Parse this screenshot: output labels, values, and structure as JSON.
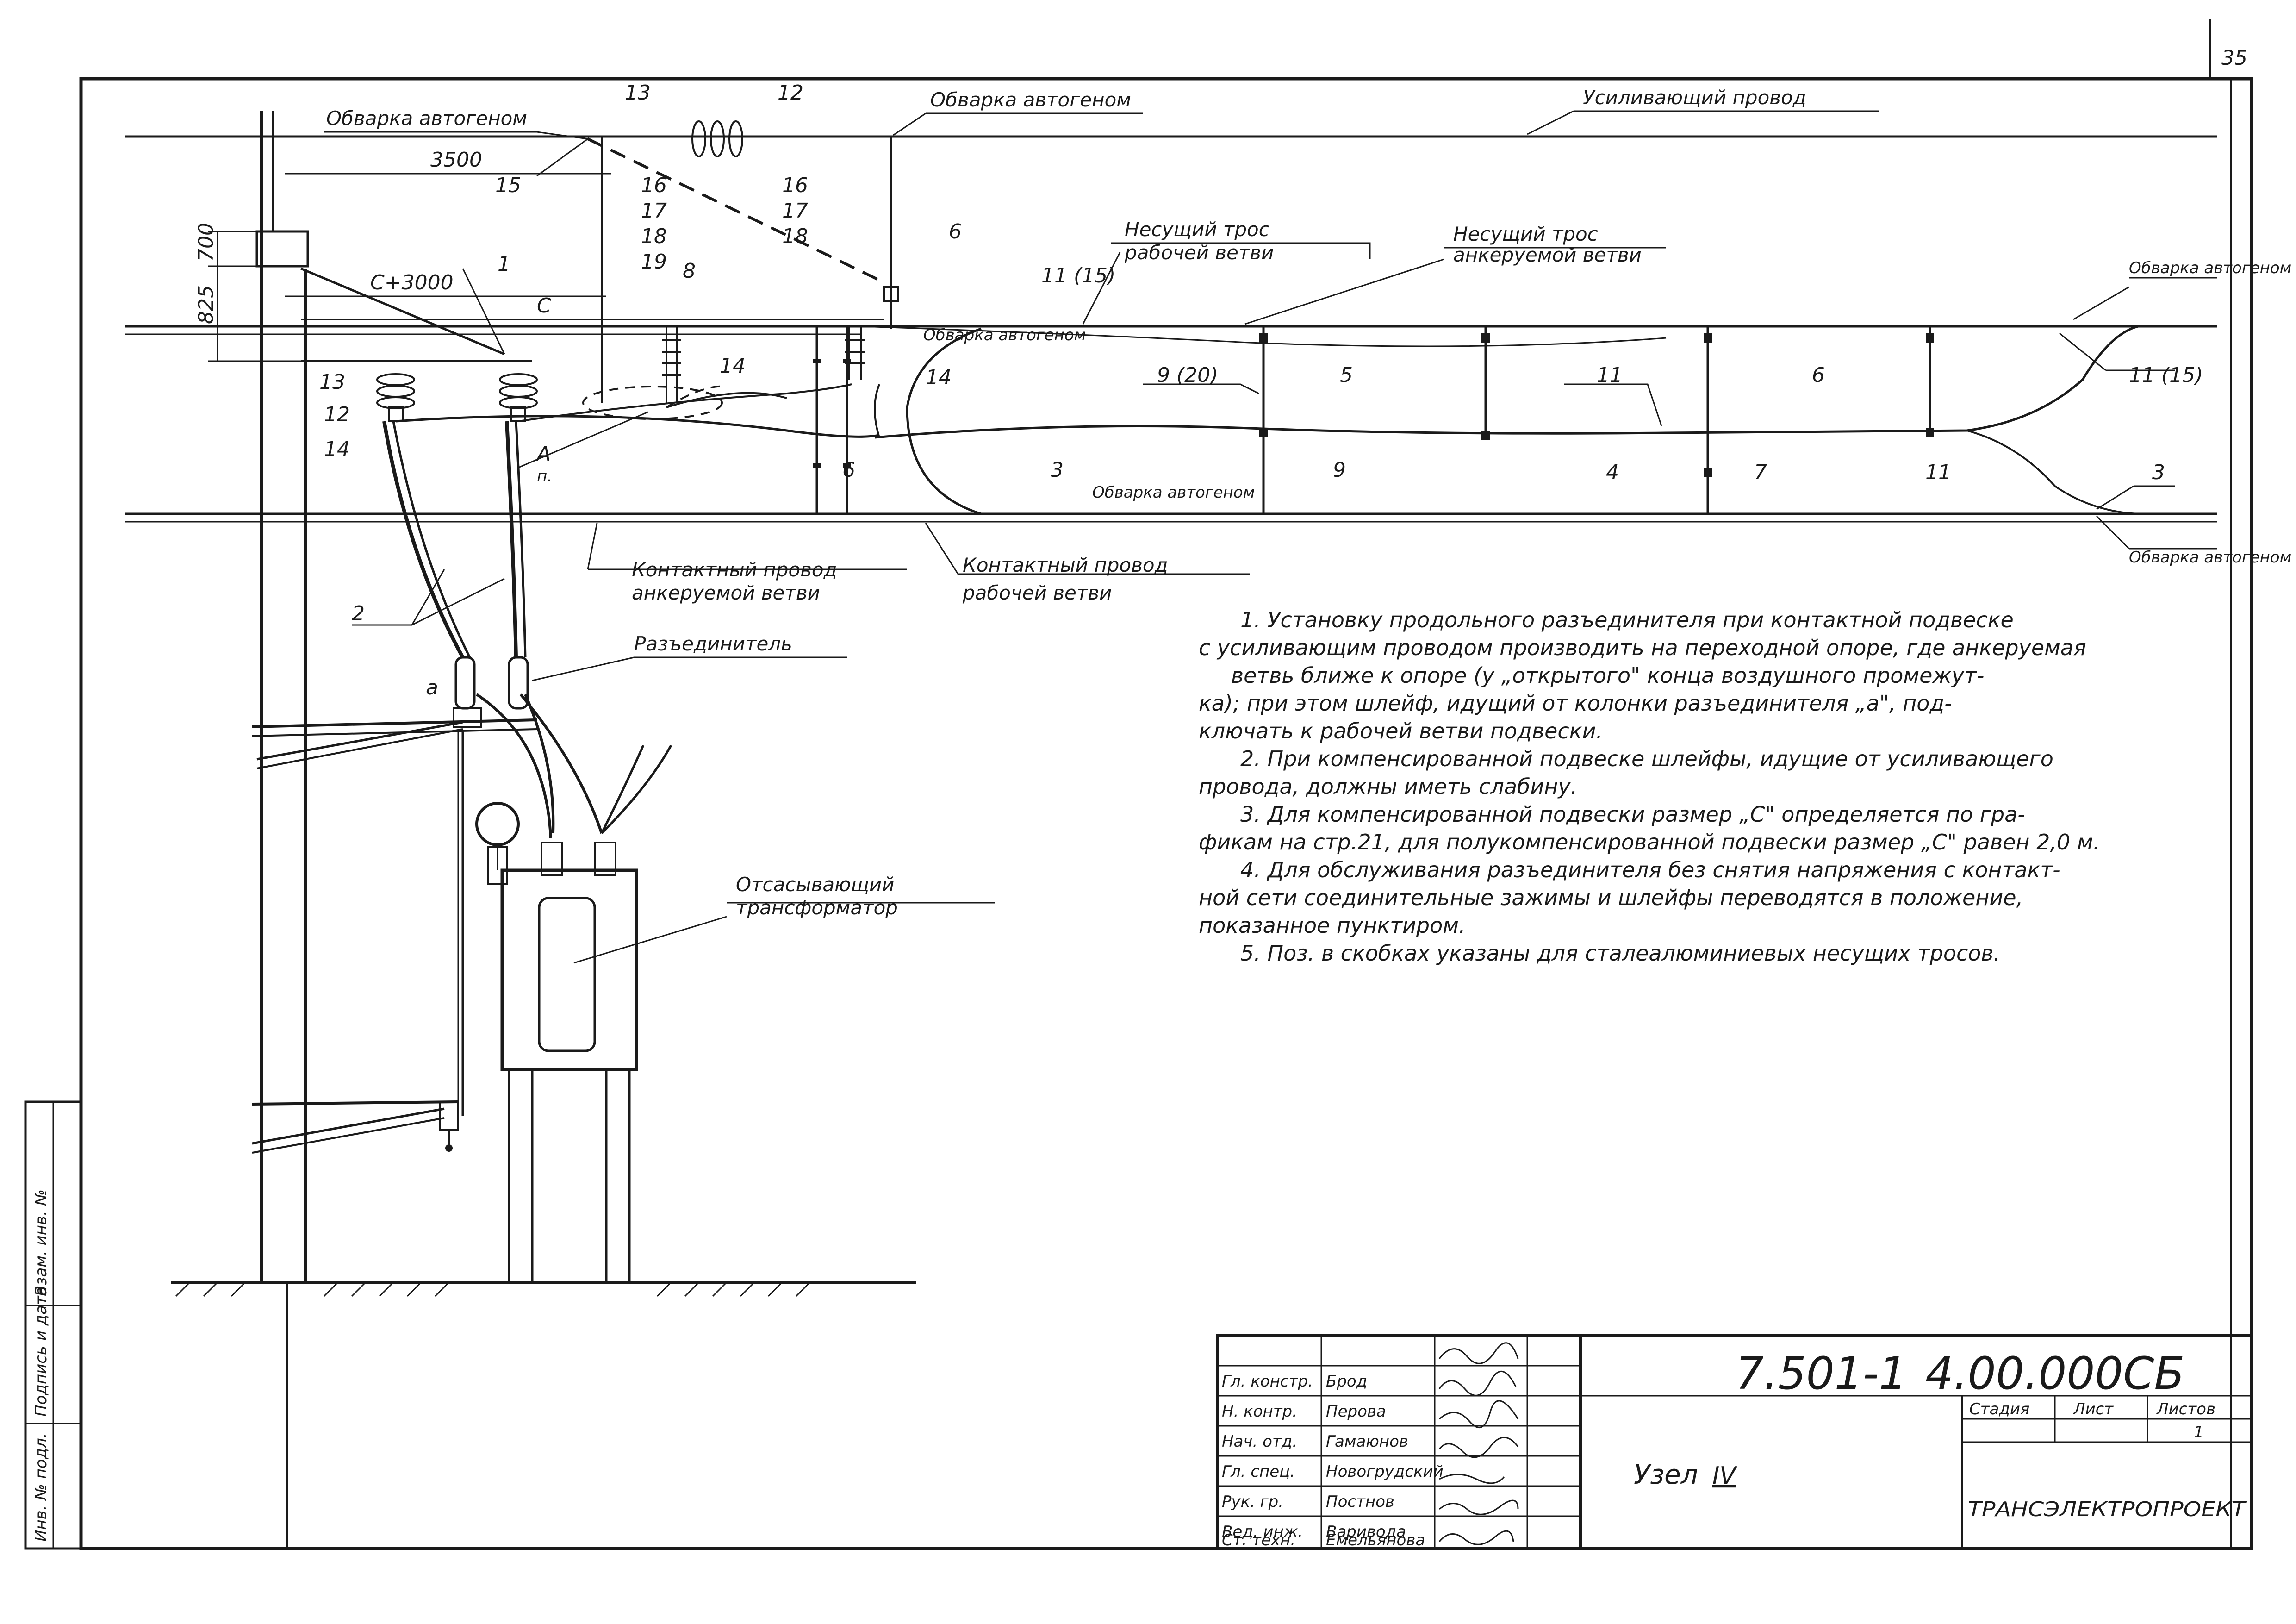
{
  "sheet_number": "35",
  "labels": {
    "weld_1": "Обварка автогеном",
    "weld_2": "Обварка автогеном",
    "weld_3": "Обварка автогеном",
    "weld_4": "Обварка автогеном",
    "weld_5": "Обварка автогеном",
    "weld_6": "Обварка автогеном",
    "reinforcing_wire": "Усиливающий провод",
    "messenger_work_l1": "Несущий трос",
    "messenger_work_l2": "рабочей ветви",
    "messenger_anchor_l1": "Несущий трос",
    "messenger_anchor_l2": "анкеруемой ветви",
    "contact_anchor_l1": "Контактный провод",
    "contact_anchor_l2": "анкеруемой ветви",
    "contact_work_l1": "Контактный провод",
    "contact_work_l2": "рабочей ветви",
    "disconnector": "Разъединитель",
    "transformer_l1": "Отсасывающий",
    "transformer_l2": "трансформатор",
    "view_a": "А",
    "view_a_sub": "п.",
    "a_letter": "а"
  },
  "dimensions": {
    "d3500": "3500",
    "c3000": "С+3000",
    "c": "С",
    "d825": "825",
    "d700": "700"
  },
  "positions": {
    "p1": "1",
    "p2": "2",
    "p3a": "3",
    "p3b": "3",
    "p4": "4",
    "p5": "5",
    "p6a": "6",
    "p6b": "6",
    "p6c": "6",
    "p7": "7",
    "p8": "8",
    "p9a": "9 (20)",
    "p9b": "9",
    "p11a": "11 (15)",
    "p11b": "11",
    "p11c": "11",
    "p11d": "11 (15)",
    "p12a": "12",
    "p12b": "12",
    "p13a": "13",
    "p13b": "13",
    "p14a": "14",
    "p14b": "14",
    "p14c": "14",
    "p15": "15",
    "p16a": "16",
    "p17a": "17",
    "p18a": "18",
    "p19a": "19",
    "p16b": "16",
    "p17b": "17",
    "p18b": "18"
  },
  "notes": [
    "1. Установку продольного разъединителя при контактной подвеске",
    "с усиливающим проводом производить на переходной опоре, где анкеруемая",
    "ветвь ближе к опоре (у „открытого\" конца воздушного промежут-",
    "ка); при этом шлейф, идущий от колонки разъединителя „а\", под-",
    "ключать к рабочей ветви подвески.",
    "2. При компенсированной подвеске шлейфы, идущие от усиливающего",
    "провода, должны иметь слабину.",
    "3. Для компенсированной подвески размер „С\" определяется по гра-",
    "фикам на стр.21, для полукомпенсированной подвески размер „С\" равен 2,0 м.",
    "4. Для обслуживания разъединителя без снятия напряжения с контакт-",
    "ной сети соединительные зажимы и шлейфы переводятся в положение,",
    "показанное пунктиром.",
    "5. Поз. в скобках указаны для сталеалюминиевых несущих тросов."
  ],
  "side_stamp": {
    "inv_orig": "Инв. № подл.",
    "sign_date": "Подпись и дата",
    "inv_repl": "Взам. инв. №"
  },
  "title_block": {
    "rows": [
      {
        "role": "Гл. констр.",
        "name": "Брод"
      },
      {
        "role": "Н. контр.",
        "name": "Перова"
      },
      {
        "role": "Нач. отд.",
        "name": "Гамаюнов"
      },
      {
        "role": "Гл. спец.",
        "name": "Новогрудский"
      },
      {
        "role": "Рук. гр.",
        "name": "Постнов"
      },
      {
        "role": "Вед. инж.",
        "name": "Варивода"
      },
      {
        "role": "Ст. техн.",
        "name": "Емельянова"
      }
    ],
    "doc_code": "7.501-1",
    "doc_number": "4.00.000СБ",
    "title": "Узел",
    "title_numeral": "IV",
    "stage_label": "Стадия",
    "sheet_label": "Лист",
    "sheets_label": "Листов",
    "sheets_value": "1",
    "org": "ТРАНСЭЛЕКТРОПРОЕКТ"
  }
}
